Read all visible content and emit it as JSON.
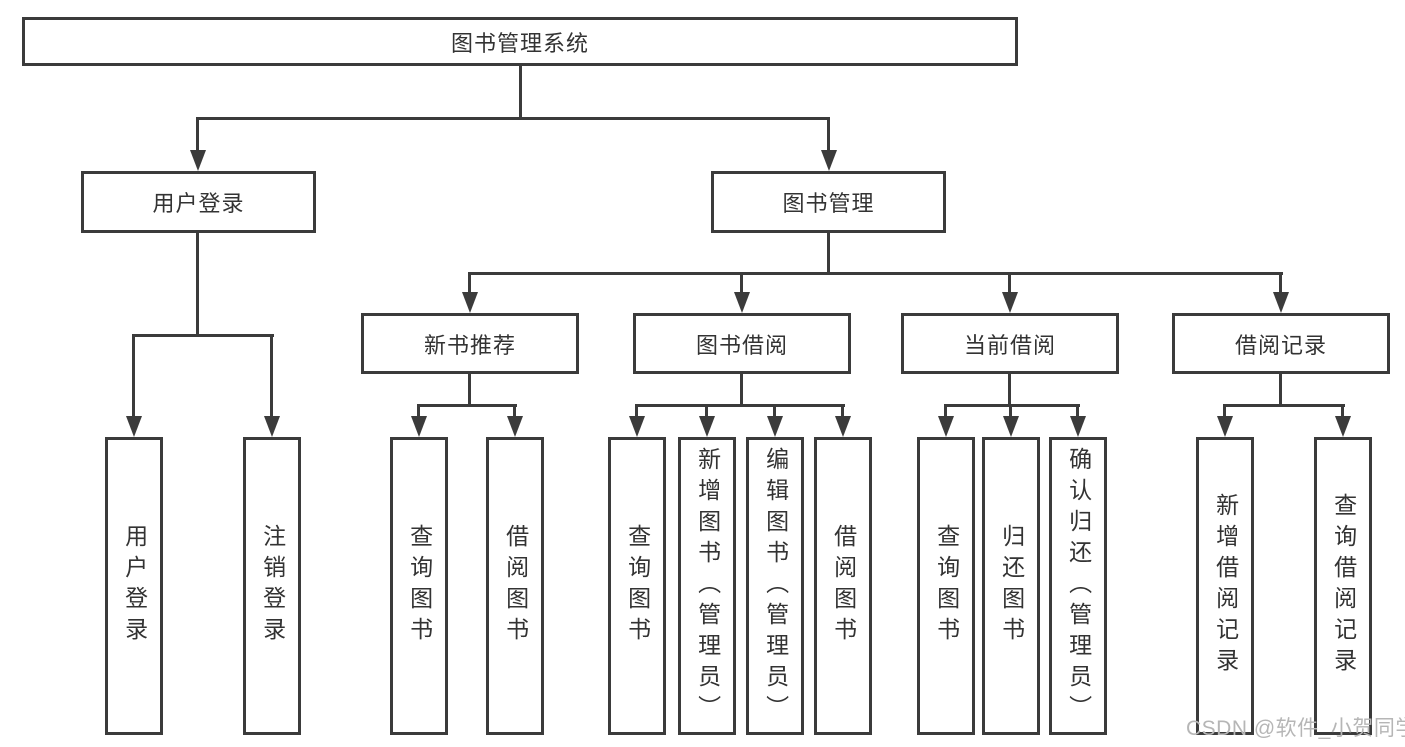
{
  "colors": {
    "background": "#ffffff",
    "line": "#3b3b3b",
    "text": "#333333",
    "watermark": "#b6b6b6"
  },
  "watermark": {
    "text": "CSDN @软件_小贺同学"
  },
  "tree": {
    "root": "图书管理系统",
    "branches": [
      {
        "label": "用户登录",
        "children": [
          "用户登录",
          "注销登录"
        ]
      },
      {
        "label": "图书管理",
        "children": [
          {
            "label": "新书推荐",
            "children": [
              "查询图书",
              "借阅图书"
            ]
          },
          {
            "label": "图书借阅",
            "children": [
              "查询图书",
              "新增图书（管理员）",
              "编辑图书（管理员）",
              "借阅图书"
            ]
          },
          {
            "label": "当前借阅",
            "children": [
              "查询图书",
              "归还图书",
              "确认归还（管理员）"
            ]
          },
          {
            "label": "借阅记录",
            "children": [
              "新增借阅记录",
              "查询借阅记录"
            ]
          }
        ]
      }
    ]
  }
}
